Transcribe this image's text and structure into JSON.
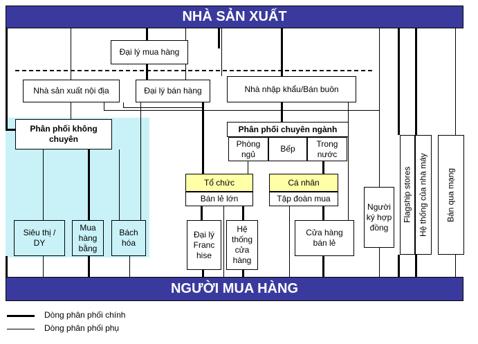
{
  "top_band": "NHÀ SẢN XUẤT",
  "bottom_band": "NGƯỜI MUA HÀNG",
  "nodes": {
    "dai_ly_mua_hang": "Đại lý mua hàng",
    "nha_sx_noi_dia": "Nhà sản xuất nội địa",
    "dai_ly_ban_hang": "Đại lý bán hàng",
    "nha_nhap_khau": "Nhà nhập khẩu/Bán buôn",
    "ppkc": "Phân phối không chuyên",
    "ppcn": "Phân phối chuyên ngành",
    "phong_ngu": "Phòng ngủ",
    "bep": "Bếp",
    "trong_nuoc": "Trong nước",
    "to_chuc": "Tổ chức",
    "ban_le_lon": "Bán lẻ lớn",
    "ca_nhan": "Cá nhân",
    "tap_doan_mua": "Tập đoàn mua",
    "sieu_thi": "Siêu thị / DY",
    "mua_hang_bang": "Mua hàng bằng",
    "bach_hoa": "Bách hóa",
    "dai_ly_franchise": "Đại lý Franc hise",
    "he_thong_cua_hang": "Hệ thống cửa hàng",
    "cua_hang_ban_le": "Cửa hàng bán lẻ",
    "nguoi_ky_hop_dong": "Người ký hợp đồng",
    "flagship": "Flagship stores",
    "he_thong_nha_may": "Hệ thống của nhà máy",
    "ban_qua_mang": "Bán qua mạng"
  },
  "legend": {
    "main": "Dòng phân phối chính",
    "sub": "Dòng phân phối phụ"
  },
  "colors": {
    "band": "#3a3a9e",
    "highlight": "#ffffa8",
    "cyan_region": "#c9f2f8"
  }
}
